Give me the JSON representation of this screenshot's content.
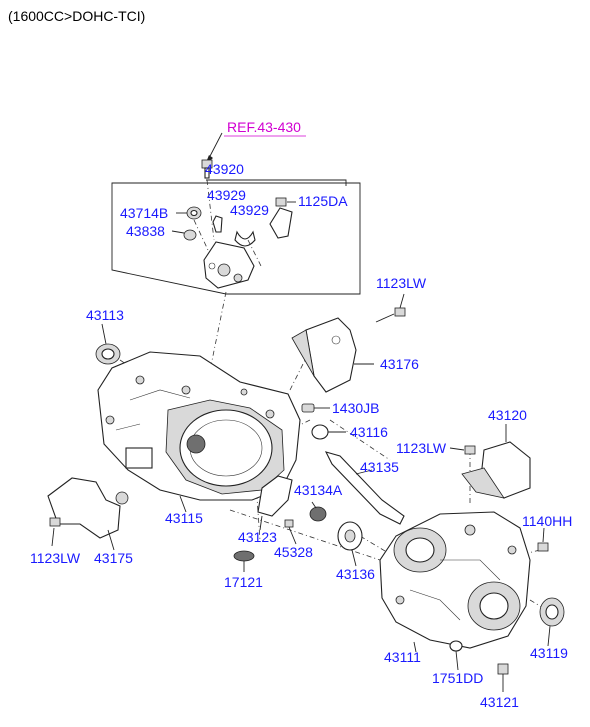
{
  "header": {
    "engine_label": "(1600CC>DOHC-TCI)"
  },
  "reference": {
    "label": "REF.43-430"
  },
  "parts": {
    "p43920": "43920",
    "p43929a": "43929",
    "p43929b": "43929",
    "p1125DA": "1125DA",
    "p43714B": "43714B",
    "p43838": "43838",
    "p1123LW_top": "1123LW",
    "p43113": "43113",
    "p43176": "43176",
    "p1430JB": "1430JB",
    "p43116": "43116",
    "p43120": "43120",
    "p1123LW_mid": "1123LW",
    "p43135": "43135",
    "p43134A": "43134A",
    "p43115": "43115",
    "p43123": "43123",
    "p45328": "45328",
    "p1140HH": "1140HH",
    "p1123LW_left": "1123LW",
    "p43175": "43175",
    "p17121": "17121",
    "p43136": "43136",
    "p43111": "43111",
    "p43119": "43119",
    "p1751DD": "1751DD",
    "p43121": "43121"
  },
  "colors": {
    "part_number": "#1a1aff",
    "reference": "#d100d1",
    "line": "#222222"
  }
}
